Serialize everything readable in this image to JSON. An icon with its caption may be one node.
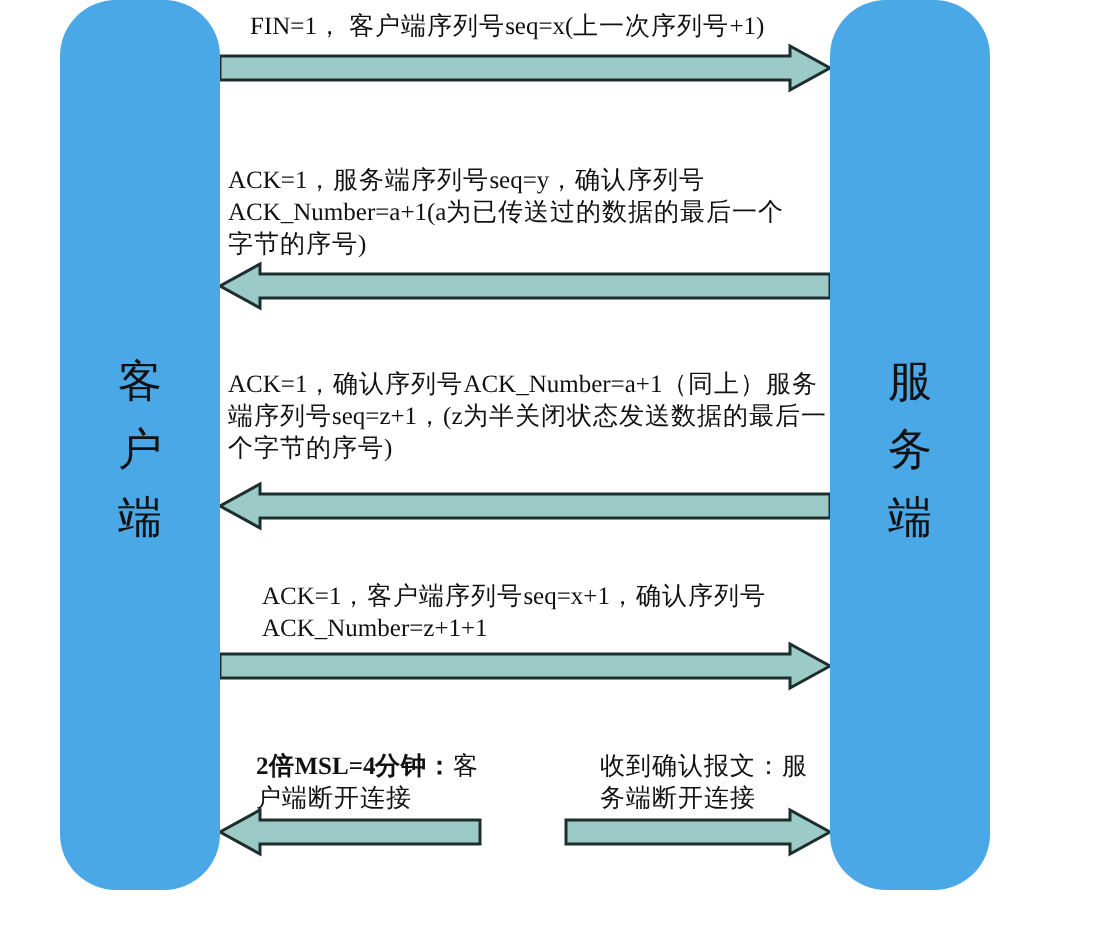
{
  "diagram": {
    "nodes": [
      {
        "text": [
          "客户端"
        ]
      },
      {
        "text": [
          "服务端"
        ]
      }
    ],
    "edges": [
      {
        "from": 0,
        "to": 1,
        "arrow": "to",
        "label": "FIN=1， 客户端序列号seq=x(上一次序列号+1)"
      },
      {
        "from": 1,
        "to": 0,
        "arrow": "to",
        "label": "ACK=1，服务端序列号seq=y，确认序列号ACK_Number=a+1(a为已传送过的数据的最后一个字节的序号)"
      },
      {
        "from": 1,
        "to": 0,
        "arrow": "to",
        "label": "ACK=1，确认序列号ACK_Number=a+1（同上）服务端序列号seq=z+1，(z为半关闭状态发送数据的最后一个字节的序号)"
      },
      {
        "from": 0,
        "to": 1,
        "arrow": "to",
        "label": "ACK=1，客户端序列号seq=x+1，确认序列号ACK_Number=z+1+1"
      },
      {
        "from": null,
        "to": 0,
        "arrow": "to",
        "label": "**2倍MSL=4分钟：**客户端断开连接"
      },
      {
        "from": null,
        "to": 1,
        "arrow": "to",
        "label": "收到确认报文：服务端断开连接"
      }
    ]
  }
}
